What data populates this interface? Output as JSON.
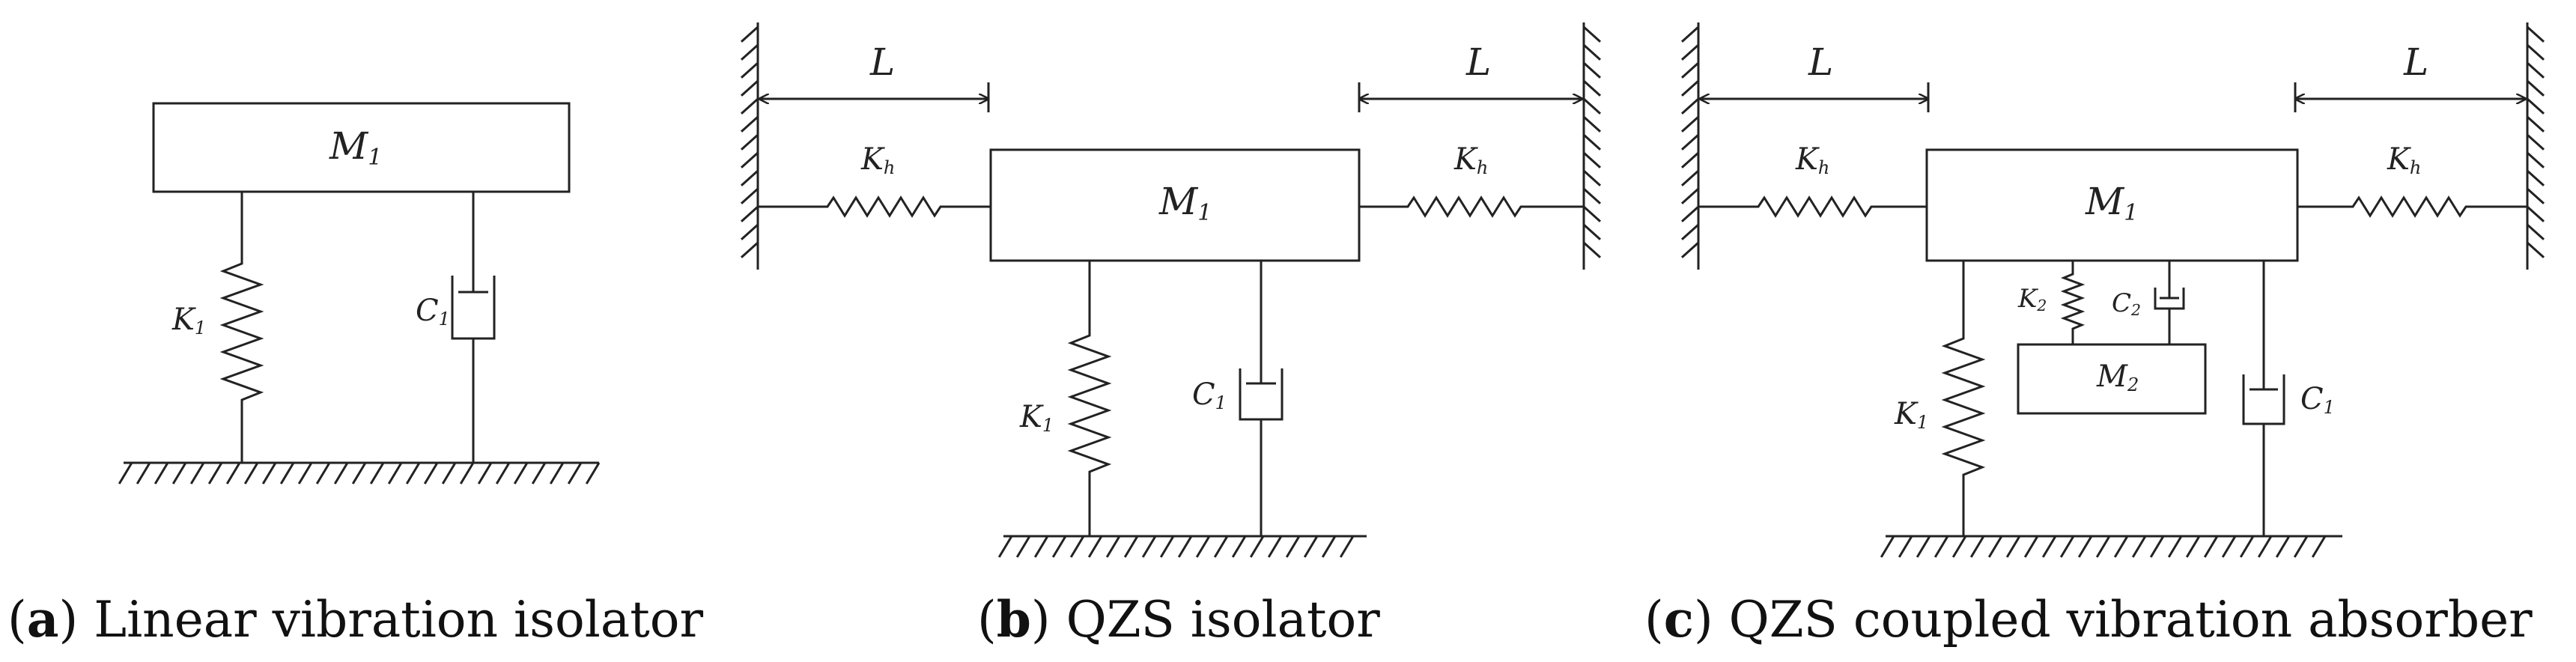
{
  "panels": {
    "a": {
      "caption_letter": "a",
      "caption_text": "Linear vibration isolator",
      "mass": "M",
      "mass_sub": "1",
      "spring": "K",
      "spring_sub": "1",
      "damper": "C",
      "damper_sub": "1"
    },
    "b": {
      "caption_letter": "b",
      "caption_text": "QZS isolator",
      "length_left": "L",
      "length_right": "L",
      "h_spring_left": "K",
      "h_spring_left_sub": "h",
      "h_spring_right": "K",
      "h_spring_right_sub": "h",
      "mass": "M",
      "mass_sub": "1",
      "spring": "K",
      "spring_sub": "1",
      "damper": "C",
      "damper_sub": "1"
    },
    "c": {
      "caption_letter": "c",
      "caption_text": "QZS coupled vibration absorber",
      "length_left": "L",
      "length_right": "L",
      "h_spring_left": "K",
      "h_spring_left_sub": "h",
      "h_spring_right": "K",
      "h_spring_right_sub": "h",
      "mass": "M",
      "mass_sub": "1",
      "spring": "K",
      "spring_sub": "1",
      "damper": "C",
      "damper_sub": "1",
      "absorber_spring": "K",
      "absorber_spring_sub": "2",
      "absorber_damper": "C",
      "absorber_damper_sub": "2",
      "absorber_mass": "M",
      "absorber_mass_sub": "2"
    }
  }
}
